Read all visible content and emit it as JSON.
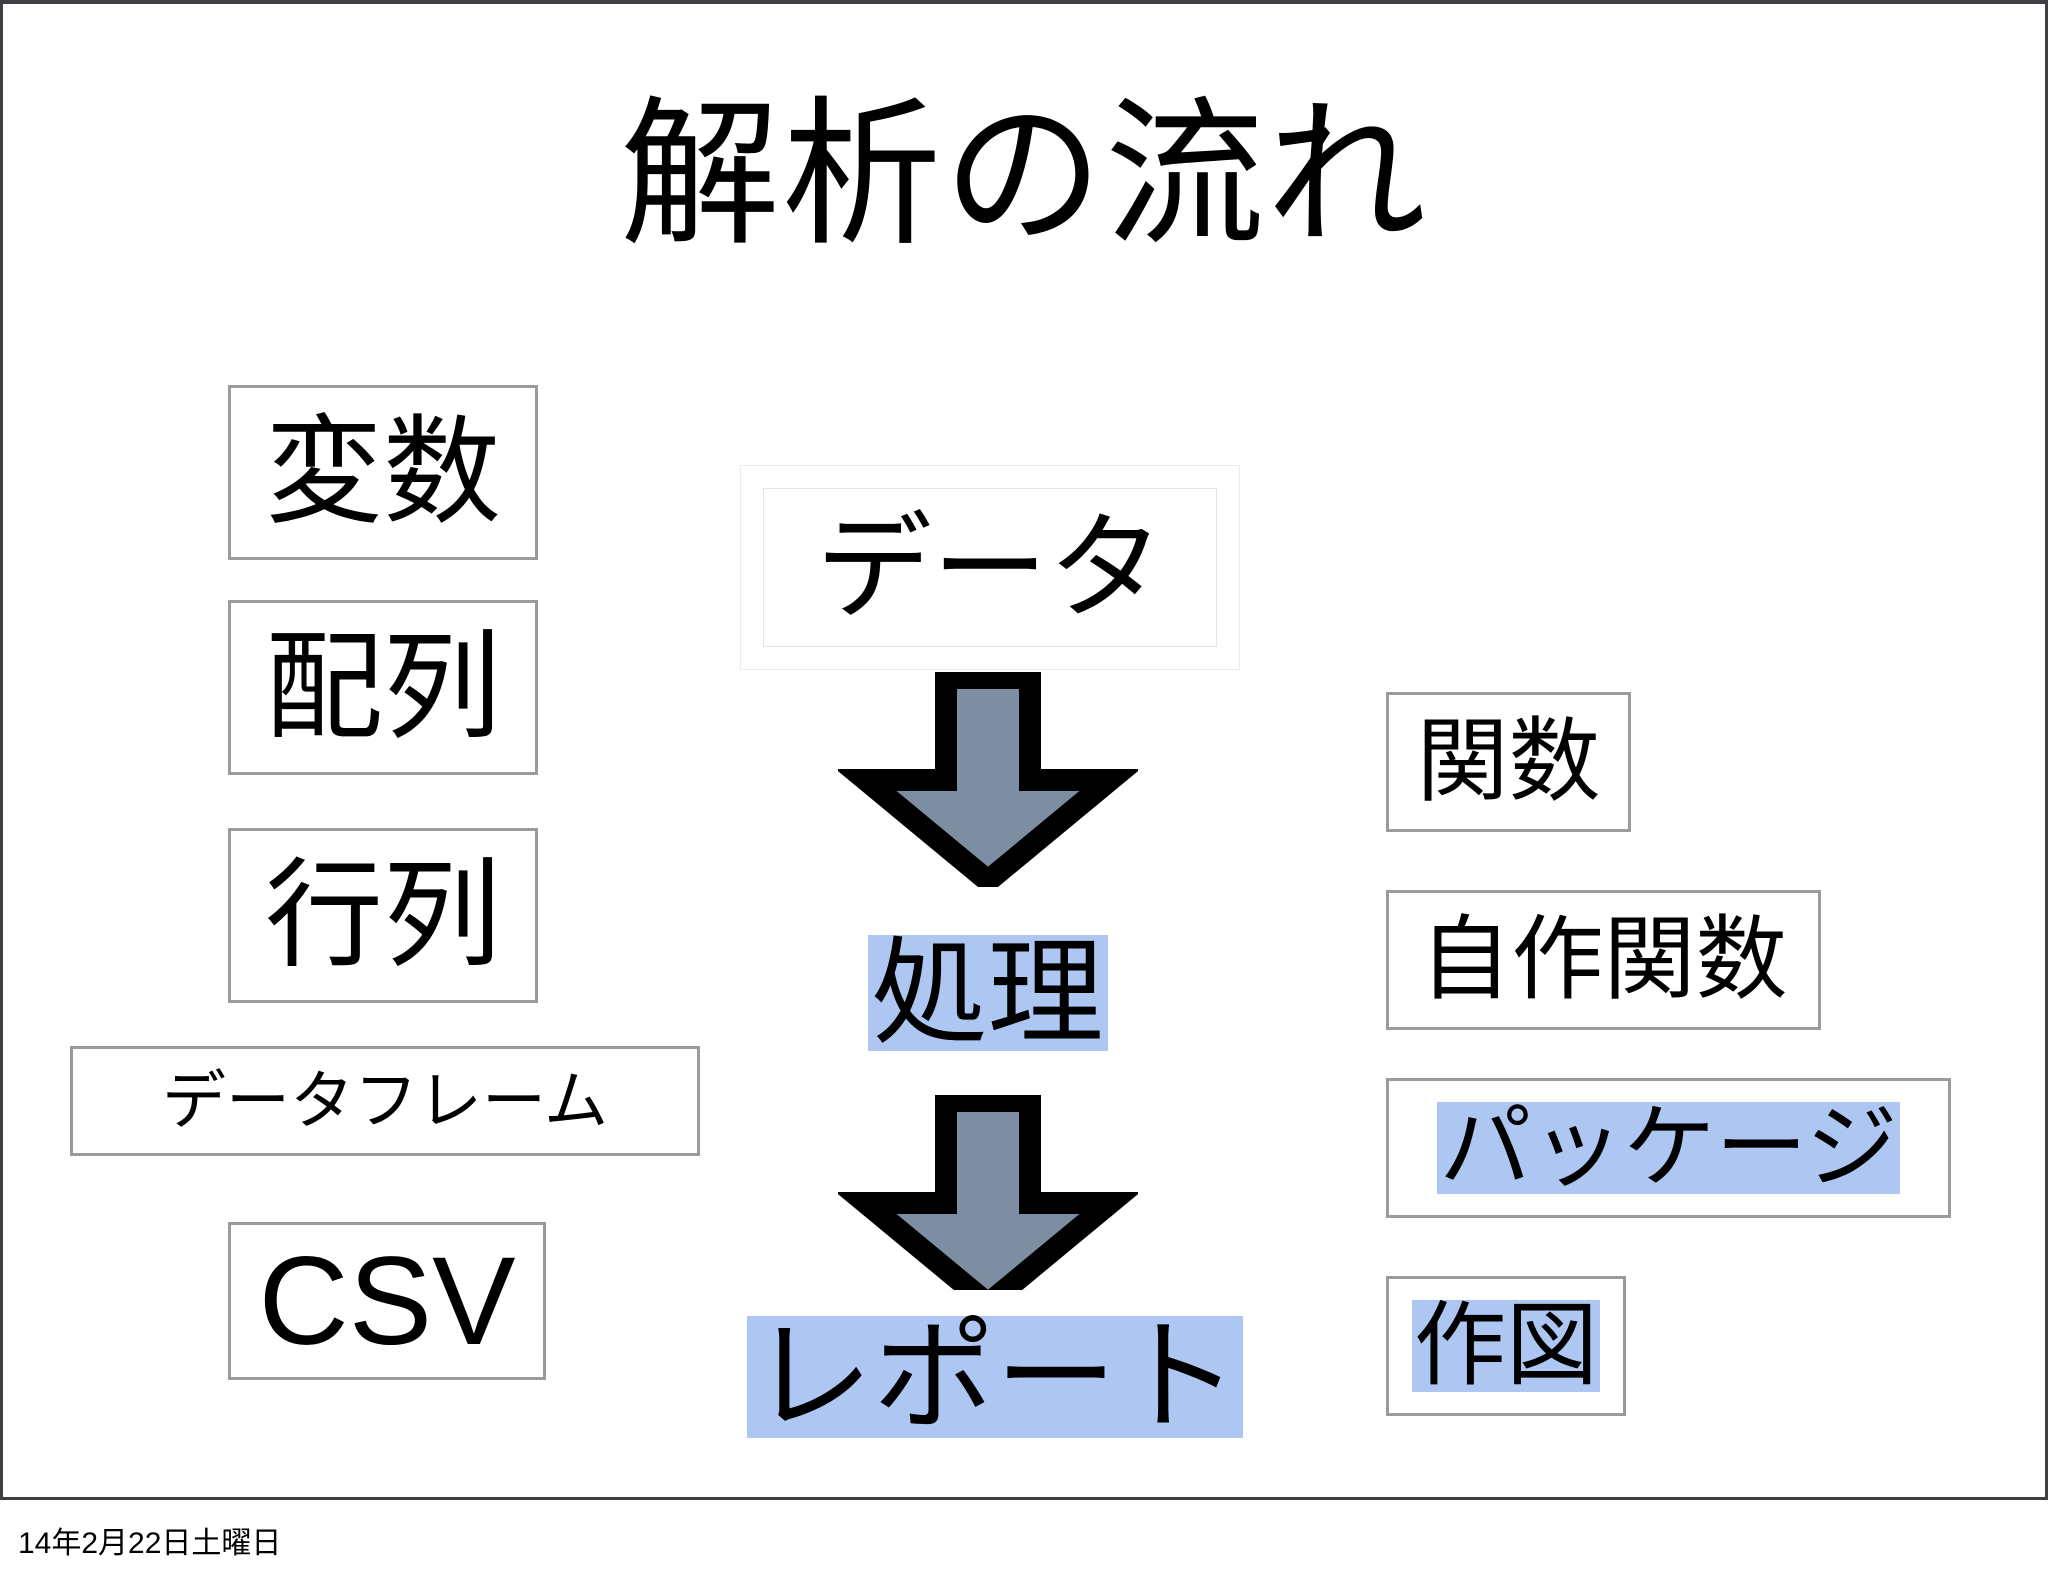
{
  "slide": {
    "title": "解析の流れ",
    "footer_date": "14年2月22日土曜日",
    "background_color": "#ffffff",
    "frame_color": "#3e3e43"
  },
  "colors": {
    "highlight_blue": "#adc6f2",
    "box_border_gray": "#9b9b9b",
    "arrow_fill": "#7d8ea2",
    "arrow_outline": "#000000",
    "text": "#000000"
  },
  "left_column": {
    "items": [
      {
        "label": "変数",
        "highlighted": false
      },
      {
        "label": "配列",
        "highlighted": false
      },
      {
        "label": "行列",
        "highlighted": false
      },
      {
        "label": "データフレーム",
        "highlighted": false
      },
      {
        "label": "CSV",
        "highlighted": false
      }
    ]
  },
  "center_flow": {
    "steps": [
      {
        "label": "データ",
        "highlighted": false
      },
      {
        "label": "処理",
        "highlighted": true
      },
      {
        "label": "レポート",
        "highlighted": true
      }
    ],
    "connectors": [
      {
        "name": "arrow-down-1",
        "direction": "down"
      },
      {
        "name": "arrow-down-2",
        "direction": "down"
      }
    ]
  },
  "right_column": {
    "items": [
      {
        "label": "関数",
        "highlighted": false
      },
      {
        "label": "自作関数",
        "highlighted": false
      },
      {
        "label": "パッケージ",
        "highlighted": true
      },
      {
        "label": "作図",
        "highlighted": true
      }
    ]
  }
}
